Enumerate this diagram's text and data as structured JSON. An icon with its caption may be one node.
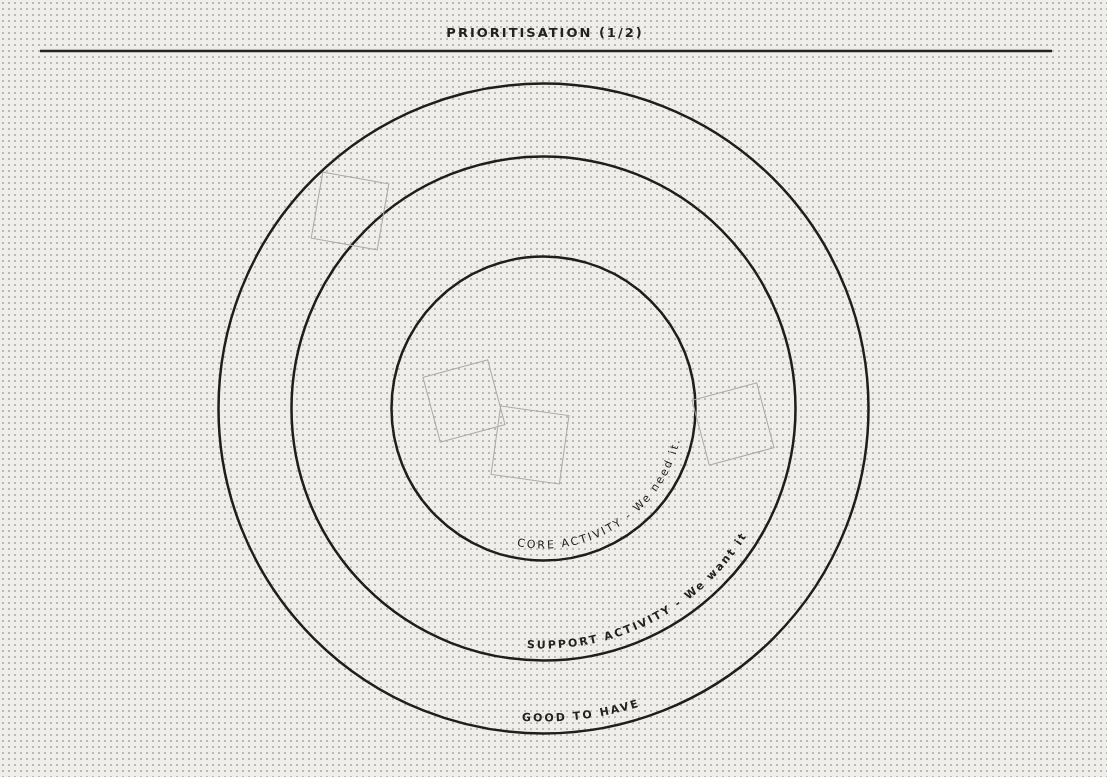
{
  "diagram": {
    "title": "PRIORITISATION (1/2)",
    "nodes": [
      {
        "text": [
          "GOOD TO HAVE"
        ]
      },
      {
        "text": [
          "SUPPORT ACTIVITY - We want it"
        ],
        "in": 0
      },
      {
        "text": [
          "CORE ACTIVITY - We need it."
        ],
        "in": 1
      },
      {
        "text": [],
        "shape": "box",
        "in": 0
      },
      {
        "text": [],
        "shape": "box",
        "in": 2
      },
      {
        "text": [],
        "shape": "box",
        "in": 2
      },
      {
        "text": [],
        "shape": "box",
        "in": 1
      }
    ]
  }
}
